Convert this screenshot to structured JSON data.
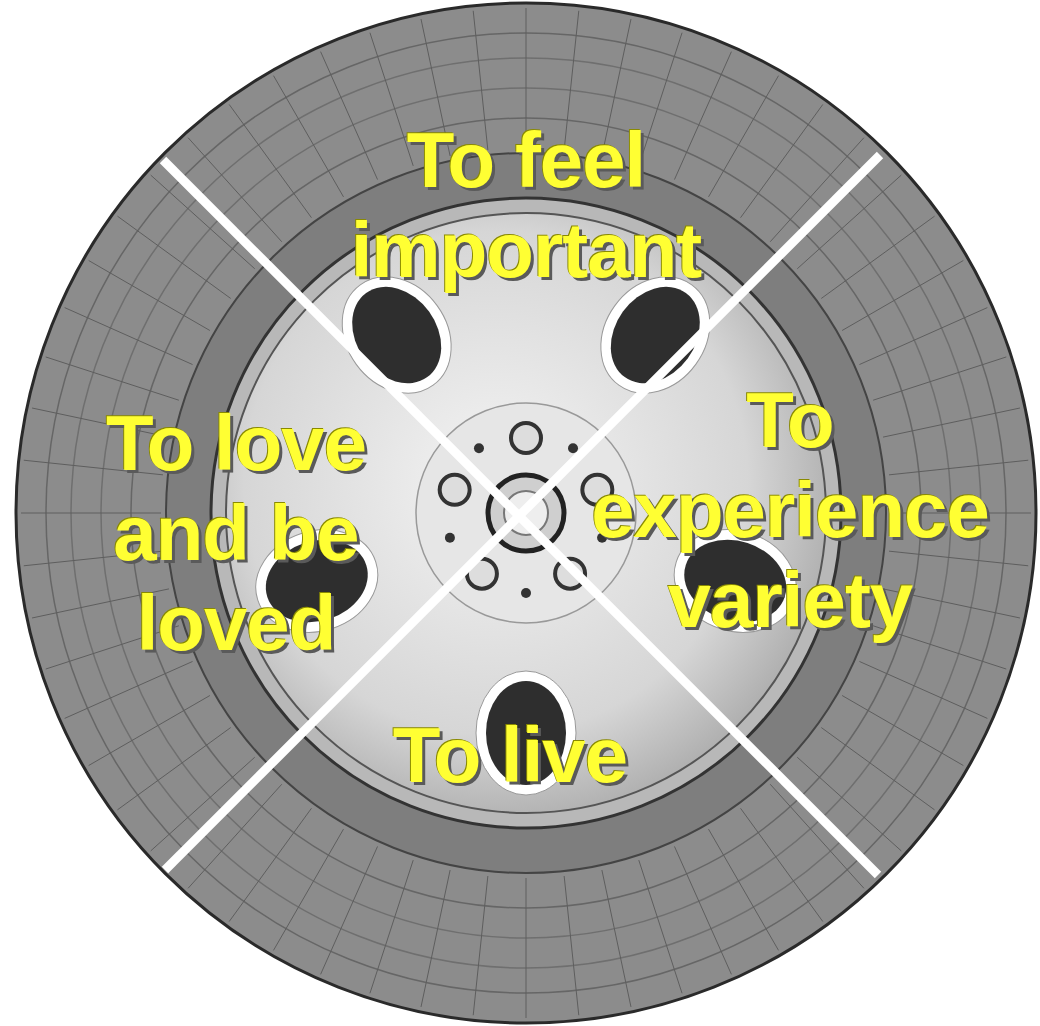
{
  "diagram": {
    "labels": [
      "To feel important",
      "To experience variety",
      "To live",
      "To love and be loved"
    ]
  }
}
